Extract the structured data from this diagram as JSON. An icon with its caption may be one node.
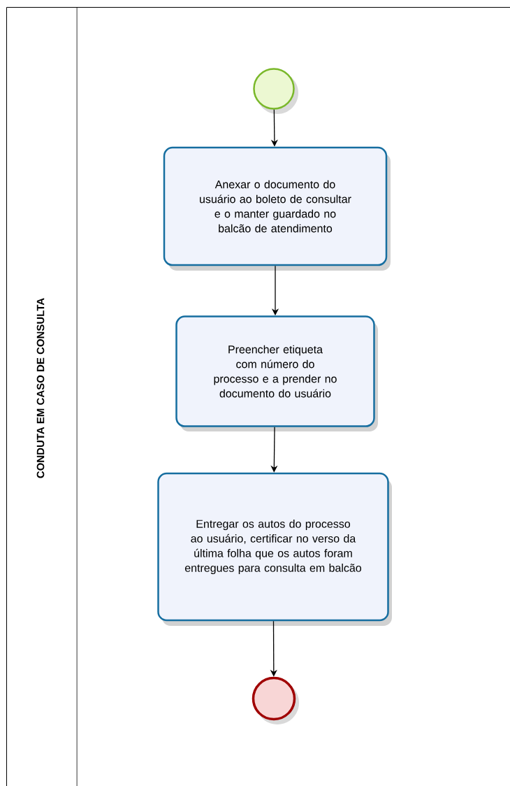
{
  "diagram": {
    "nodes": [
      {
        "text": [
          "CONDUTA EM CASO DE CONSULTA"
        ]
      },
      {
        "text": [],
        "shape": "circle",
        "in": 0
      },
      {
        "text": [
          "Anexar o documento do usuário ao boleto de consultar e o manter guardado no balcão de atendimento"
        ],
        "in": 0
      },
      {
        "text": [
          "Preencher etiqueta com número do processo e a prender no documento do usuário"
        ],
        "in": 0
      },
      {
        "text": [
          "Entregar os autos do processo ao usuário, certificar no verso da última folha que os autos foram entregues para consulta em balcão"
        ],
        "in": 0
      },
      {
        "text": [],
        "shape": "circle",
        "in": 0
      }
    ],
    "edges": [
      {
        "from": 1,
        "to": 2,
        "arrow": "to"
      },
      {
        "from": 2,
        "to": 3,
        "arrow": "to"
      },
      {
        "from": 3,
        "to": 4,
        "arrow": "to"
      },
      {
        "from": 4,
        "to": 5,
        "arrow": "to"
      }
    ]
  }
}
